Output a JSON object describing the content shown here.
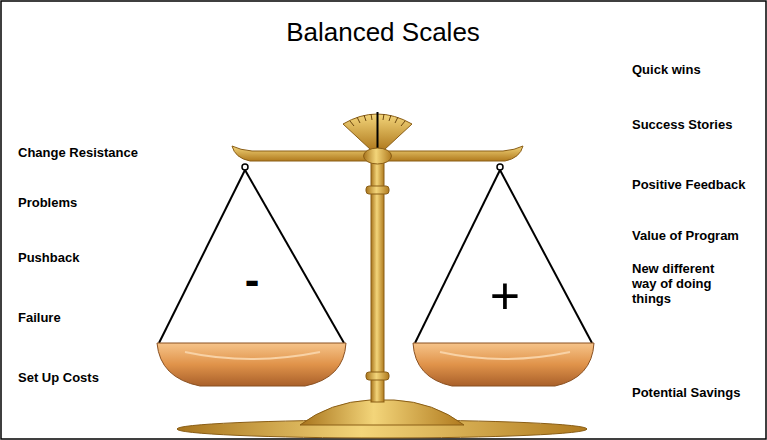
{
  "diagram": {
    "title": "Balanced Scales",
    "labels": [
      "Change Resistance",
      "Problems",
      "Pushback",
      "Failure",
      "Set Up Costs",
      "-",
      "+",
      "Quick wins",
      "Success Stories",
      "Positive Feedback",
      "Value of Program",
      "New different way of doing things",
      "Potential Savings"
    ]
  }
}
